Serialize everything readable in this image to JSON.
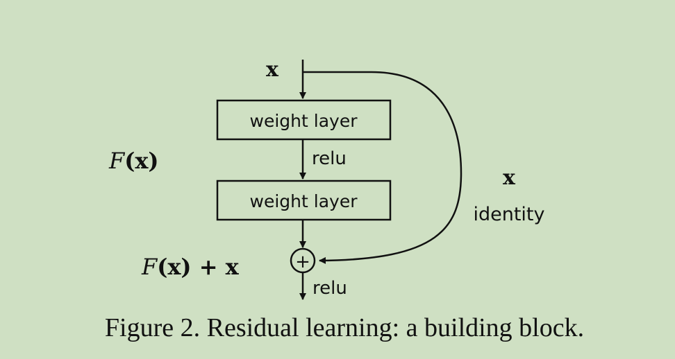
{
  "diagram": {
    "input_label": "x",
    "layer1_label": "weight layer",
    "layer2_label": "weight layer",
    "activation1_label": "relu",
    "activation2_label": "relu",
    "residual_function": {
      "script": "F",
      "arg": "(x)"
    },
    "sum_expression": {
      "script": "F",
      "arg": "(x) + x"
    },
    "shortcut_label": "x",
    "shortcut_desc": "identity",
    "sum_symbol": "+"
  },
  "caption": "Figure 2. Residual learning: a building block."
}
